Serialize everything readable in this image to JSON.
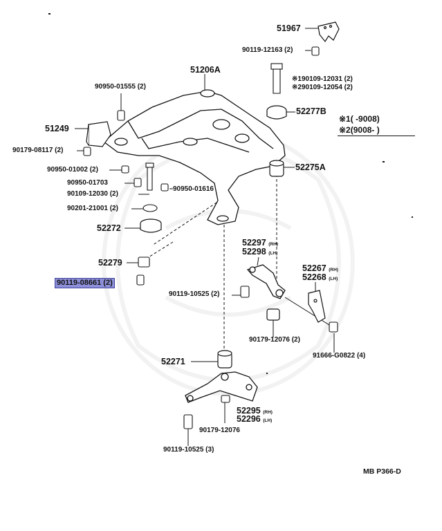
{
  "diagram_code": "MB P366-D",
  "legend": [
    {
      "mark": "※1",
      "text": "(      -9008)"
    },
    {
      "mark": "※2",
      "text": "(9008-      )"
    }
  ],
  "parts": {
    "p51967": "51967",
    "p90119_12163": "90119-12163 (2)",
    "p51206A": "51206A",
    "p90950_01555": "90950-01555 (2)",
    "p90109_12031": "※190109-12031 (2)",
    "p90109_12054": "※290109-12054 (2)",
    "p52277B": "52277B",
    "p51249": "51249",
    "p90179_08117": "90179-08117 (2)",
    "p90950_01002": "90950-01002 (2)",
    "p52275A": "52275A",
    "p90950_01703": "90950-01703",
    "p90950_01616": "90950-01616",
    "p90109_12030": "90109-12030 (2)",
    "p90201_21001": "90201-21001 (2)",
    "p52272": "52272",
    "p52297": "52297",
    "p52298": "52298",
    "p52279": "52279",
    "p52267": "52267",
    "p52268": "52268",
    "p90119_08661": "90119-08661 (2)",
    "p90119_10525_2": "90119-10525 (2)",
    "p90179_12076_2": "90179-12076 (2)",
    "p91666_G0822": "91666-G0822 (4)",
    "p52271": "52271",
    "p52295": "52295",
    "p52296": "52296",
    "p90179_12076": "90179-12076",
    "p90119_10525_3": "90119-10525 (3)",
    "rh": "(RH)",
    "lh": "(LH)"
  }
}
